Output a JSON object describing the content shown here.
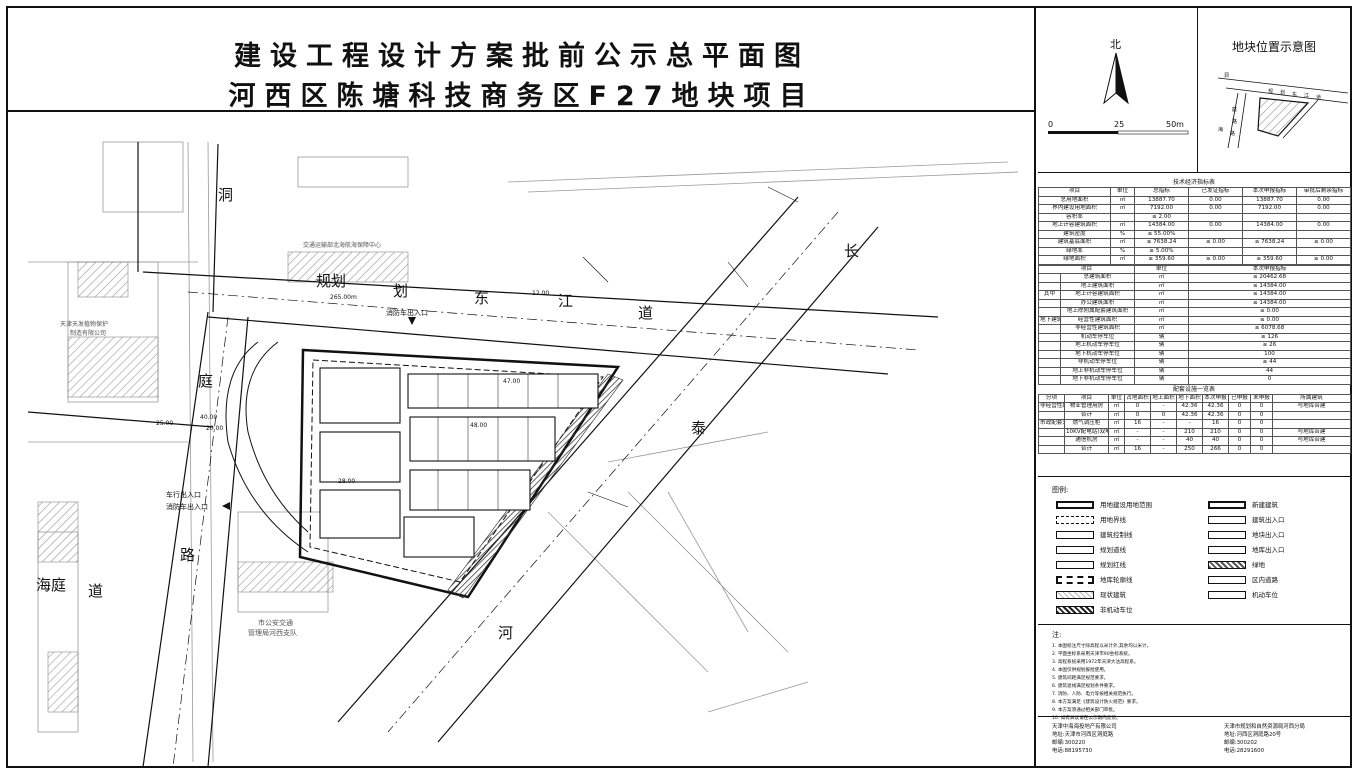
{
  "title": {
    "line1": "建设工程设计方案批前公示总平面图",
    "line2": "河西区陈塘科技商务区F27地块项目"
  },
  "north": {
    "label": "北",
    "scale_0": "0",
    "scale_25": "25",
    "scale_50": "50m"
  },
  "location_map": {
    "title": "地块位置示意图",
    "labels": [
      "洞",
      "庭",
      "路",
      "规",
      "划",
      "东",
      "江",
      "道",
      "海",
      "路"
    ]
  },
  "tech_table": {
    "caption": "技术经济指标表",
    "header": [
      "项目",
      "单位",
      "总指标",
      "已发证指标",
      "本次申报指标",
      "审批后剩余指标"
    ],
    "rows": [
      [
        "总用地面积",
        "㎡",
        "13887.70",
        "0.00",
        "13887.70",
        "0.00"
      ],
      [
        "界内建设用地面积",
        "㎡",
        "7192.00",
        "0.00",
        "7192.00",
        "0.00"
      ],
      [
        "容积率",
        "",
        "≤ 2.00",
        "",
        "",
        ""
      ],
      [
        "地上计容建筑面积",
        "㎡",
        "14384.00",
        "0.00",
        "14384.00",
        "0.00"
      ],
      [
        "建筑密度",
        "%",
        "≤ 55.00%",
        "",
        "",
        ""
      ],
      [
        "建筑基底面积",
        "㎡",
        "≤ 7638.24",
        "≤ 0.00",
        "≤ 7638.24",
        "≤ 0.00"
      ],
      [
        "绿地率",
        "%",
        "≥ 5.00%",
        "",
        "",
        ""
      ],
      [
        "绿地面积",
        "㎡",
        "≥ 359.60",
        "≥ 0.00",
        "≥ 359.60",
        "≥ 0.00"
      ]
    ],
    "header2": [
      "项目",
      "单位",
      "本次申报指标"
    ],
    "rows2": [
      [
        "总建筑面积",
        "㎡",
        "≤ 20462.68"
      ],
      [
        "地上建筑面积",
        "㎡",
        "≤ 14384.00"
      ],
      [
        "地上计容建筑面积",
        "㎡",
        "≤ 14384.00"
      ],
      [
        "办公建筑面积",
        "㎡",
        "≤ 14384.00"
      ],
      [
        "地上除附属配套建筑面积",
        "㎡",
        "≤ 0.00"
      ],
      [
        "经营性建筑面积",
        "㎡",
        "≤ 0.00"
      ],
      [
        "非经营性建筑面积",
        "㎡",
        "≤ 6078.68"
      ],
      [
        "机动车停车位",
        "辆",
        "≥ 126"
      ],
      [
        "地上机动车停车位",
        "辆",
        "≥ 26"
      ],
      [
        "地下机动车停车位",
        "辆",
        "100"
      ],
      [
        "非机动车停车位",
        "辆",
        "≥ 44"
      ],
      [
        "地上非机动车停车位",
        "辆",
        "44"
      ],
      [
        "地下非机动车停车位",
        "辆",
        "0"
      ]
    ],
    "side_labels": {
      "qizhong": "其中",
      "dixia": "地下建筑面积"
    }
  },
  "facility_table": {
    "caption": "配套设施一览表",
    "header": [
      "分项",
      "项目",
      "单位",
      "占地面积",
      "地上面积",
      "地下面积",
      "本次申报",
      "已申报",
      "未申报",
      "所属建筑"
    ],
    "rows": [
      [
        "非经营性配套",
        "物业管理用房",
        "㎡",
        "0",
        "-",
        "42.36",
        "42.36",
        "0",
        "0",
        "与地库合建"
      ],
      [
        "",
        "合计",
        "㎡",
        "0",
        "0",
        "42.36",
        "42.36",
        "0",
        "0",
        ""
      ],
      [
        "市政配套公建",
        "燃气调压柜",
        "㎡",
        "16",
        "-",
        "-",
        "16",
        "0",
        "0",
        ""
      ],
      [
        "",
        "10KV配电站(双电站)",
        "㎡",
        "-",
        "-",
        "210",
        "210",
        "0",
        "0",
        "与地库合建"
      ],
      [
        "",
        "通信机房",
        "㎡",
        "-",
        "-",
        "40",
        "40",
        "0",
        "0",
        "与地库合建"
      ],
      [
        "",
        "合计",
        "㎡",
        "16",
        "-",
        "250",
        "266",
        "0",
        "0",
        ""
      ]
    ]
  },
  "legend": {
    "title": "图例:",
    "items_left": [
      "用地建设用地范围",
      "用地界线",
      "建筑控制线",
      "规划道线",
      "规划红线",
      "地库轮廓线",
      "现状建筑",
      "非机动车位"
    ],
    "items_right": [
      "新建建筑",
      "建筑出入口",
      "地块出入口",
      "地库出入口",
      "绿地",
      "区内道路",
      "机动车位"
    ]
  },
  "notes": {
    "title": "注:",
    "lines": [
      "1. 本图标注尺寸除高程以米计外,其余均以米计。",
      "2. 平面坐标系采用天津市90坐标系统。",
      "3. 高程系统采用1972年天津大沽高程系。",
      "4. 本图仅供规划报批使用。",
      "5. 建筑间距满足规范要求。",
      "6. 建筑退线满足规划条件要求。",
      "7. 消防、人防、电力等按相关规范执行。",
      "8. 本方案满足《建筑设计防火规范》要求。",
      "9. 本方案须通过相关部门审批。",
      "10. 如有异议请在公示期内反馈。"
    ]
  },
  "bottom": {
    "left": [
      "天津中海海投地产有限公司",
      "地址:天津市河西区洞庭路",
      "邮编:300220",
      "电话:88195730"
    ],
    "right": [
      "天津市规划和自然资源局河西分局",
      "地址:河西区洞庭路20号",
      "邮编:300202",
      "电话:28291600"
    ]
  },
  "site_labels": {
    "road_guihua": "规划",
    "road_dong": "东",
    "road_jiang": "江",
    "road_dao": "道",
    "road_chang": "长",
    "road_tai": "泰",
    "road_he": "河",
    "road_dong2": "洞",
    "road_ting": "庭",
    "road_lu": "路",
    "road_haiting": "海庭",
    "road_lu2": "道",
    "fire_entry": "消防车出入口",
    "car_entry": "车行出入口",
    "fire_car_entry": "消防车出入口",
    "bldg_north": "交通运输部北海航海保障中心",
    "bldg_west1": "天津天发植物保护",
    "bldg_west2": "制造有限公司",
    "bldg_south1": "市公安交通",
    "bldg_south2": "管理局河西支队",
    "dim_4000": "40.00",
    "dim_2500": "25.00",
    "dim_2000": "20.00",
    "dim_2800": "28.00",
    "dim_4700": "47.00",
    "dim_4800": "48.00",
    "dim_265": "265.00m",
    "dim_1200": "12.00"
  }
}
